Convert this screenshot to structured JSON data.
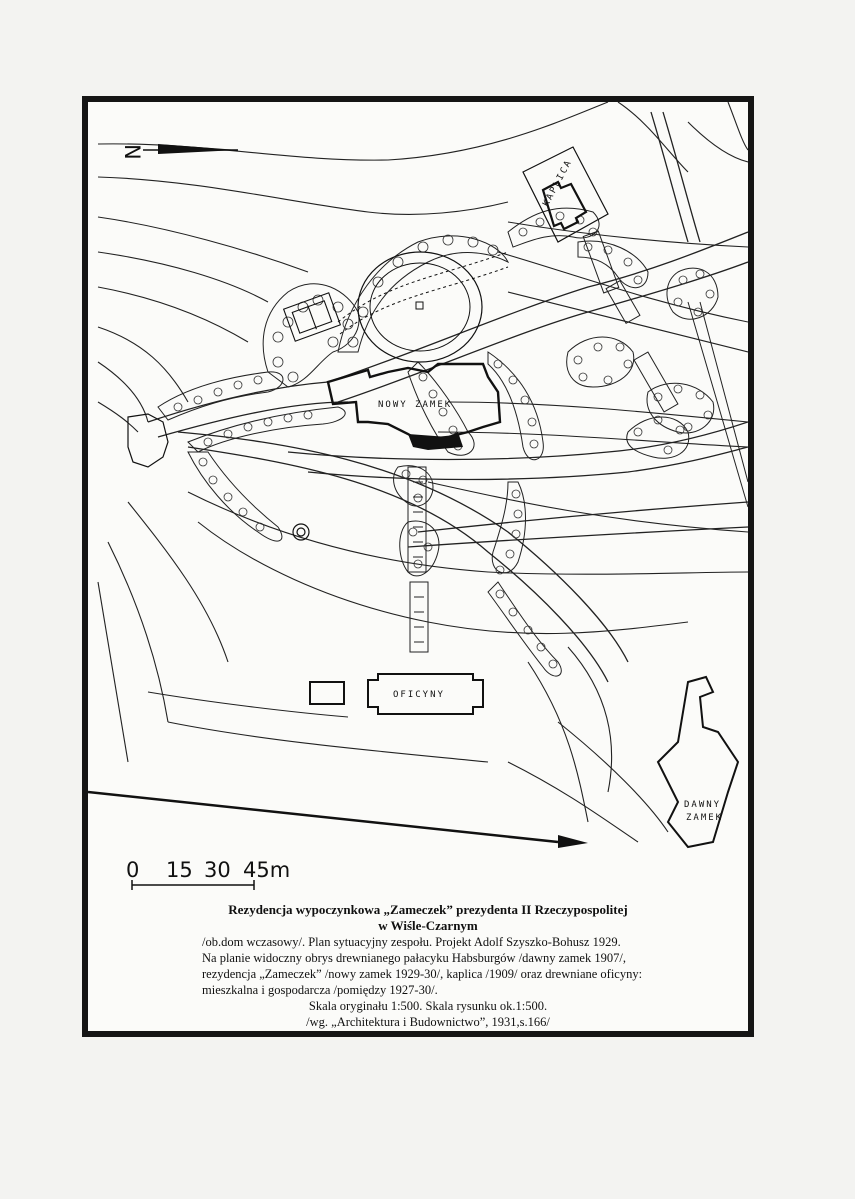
{
  "labels": {
    "north": "N",
    "chapel": "KAPLICA",
    "new_castle": "NOWY ZAMEK",
    "outbuilding": "OFICYNY",
    "old_castle": "DAWNY ZAMEK",
    "scale_0": "0",
    "scale_15": "15",
    "scale_30": "30",
    "scale_45": "45m"
  },
  "caption": {
    "title_line1": "Rezydencja wypoczynkowa „Zameczek” prezydenta II Rzeczypospolitej",
    "title_line2": "w Wiśle-Czarnym",
    "line1": "/ob.dom wczasowy/. Plan sytuacyjny zespołu. Projekt  Adolf Szyszko-Bohusz 1929.",
    "line2": "Na planie widoczny obrys drewnianego pałacyku Habsburgów /dawny zamek 1907/,",
    "line3": "rezydencja „Zameczek” /nowy zamek 1929-30/, kaplica /1909/ oraz drewniane oficyny:",
    "line4": "mieszkalna i gospodarcza /pomiędzy 1927-30/.",
    "scale": "Skala oryginału 1:500. Skala rysunku ok.1:500.",
    "source": "/wg. „Architektura i Budownictwo”, 1931,s.166/"
  }
}
